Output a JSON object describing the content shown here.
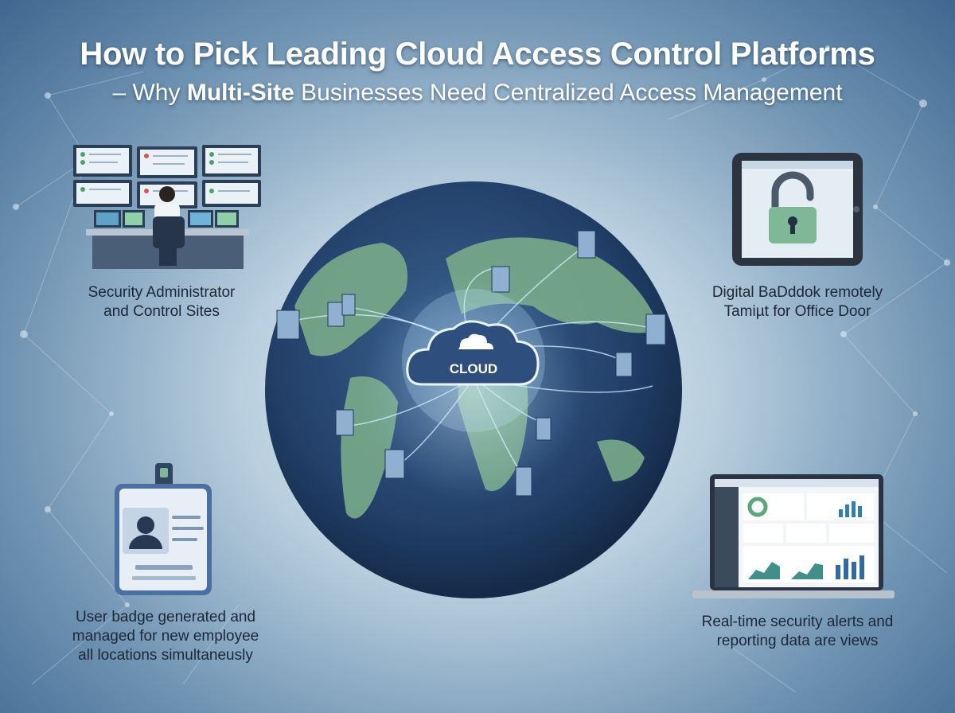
{
  "header": {
    "title": "How to Pick Leading Cloud Access Control Platforms",
    "subtitle_prefix": "– Why ",
    "subtitle_emphasis": "Multi-Site",
    "subtitle_suffix": " Businesses Need Centralized Access Management"
  },
  "panels": {
    "admin": {
      "line1": "Security Administrator",
      "line2": "and Control Sites"
    },
    "padlock": {
      "line1": "Digital BaDddok remotely",
      "line2": "Tamiµt for Office Door"
    },
    "badge": {
      "line1": "User badge generated and",
      "line2": "managed for new employee",
      "line3": "all locations simultaneusly"
    },
    "dashboard": {
      "line1": "Real-time security alerts and",
      "line2": "reporting data  are views"
    }
  },
  "globe": {
    "cloud_label": "CLOUD"
  },
  "colors": {
    "background": "#6f93b2",
    "globe_ocean": "#243f66",
    "continent": "#7fb08c",
    "accent": "#2e4f7e"
  },
  "icons": [
    "monitor-wall-icon",
    "padlock-icon",
    "id-badge-icon",
    "laptop-dashboard-icon",
    "cloud-icon",
    "building-icon"
  ]
}
